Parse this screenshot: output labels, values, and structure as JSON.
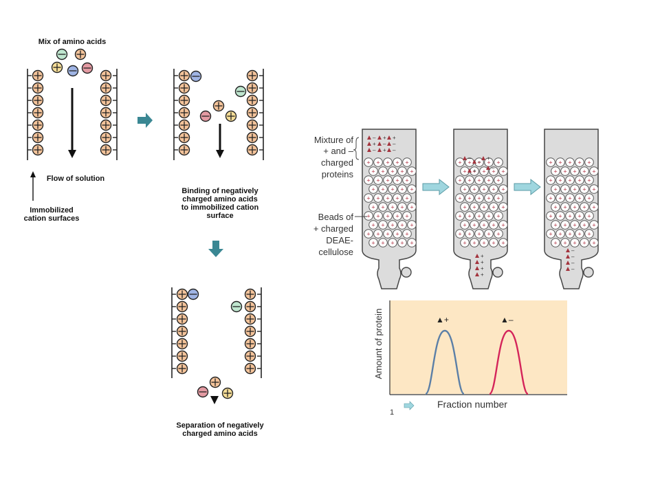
{
  "left_diagram": {
    "mix_label": "Mix of amino acids",
    "flow_label": "Flow of solution",
    "immobilized_label_1": "Immobilized",
    "immobilized_label_2": "cation surfaces",
    "binding_label_1": "Binding of negatively",
    "binding_label_2": "charged amino acids",
    "binding_label_3": "to immobilized cation",
    "binding_label_4": "surface",
    "separation_label_1": "Separation of negatively",
    "separation_label_2": "charged amino acids",
    "colors": {
      "bead": "#f3c39a",
      "acid_green": "#bfe6cf",
      "acid_blue": "#9fb4e4",
      "acid_red": "#e39aa2",
      "acid_yellow": "#f4dc97",
      "step_arrow": "#3a8793"
    }
  },
  "right_diagram": {
    "mixture_label_1": "Mixture of",
    "mixture_label_2": "+ and –",
    "mixture_label_3": "charged",
    "mixture_label_4": "proteins",
    "beads_label_1": "Beads of",
    "beads_label_2": "+ charged",
    "beads_label_3": "DEAE-",
    "beads_label_4": "cellulose",
    "colors": {
      "column": "#dcdcdc",
      "panel": "#fde7c4",
      "arrow": "#9fd6df",
      "protein_marker": "#a3333d"
    }
  },
  "chart_data": {
    "type": "line",
    "xlabel": "Fraction number",
    "ylabel": "Amount of protein",
    "x_start_label": "1",
    "series": [
      {
        "name": "▲+",
        "color": "#5b7fa7",
        "peak_position": "first"
      },
      {
        "name": "▲–",
        "color": "#d4245a",
        "peak_position": "second"
      }
    ]
  }
}
